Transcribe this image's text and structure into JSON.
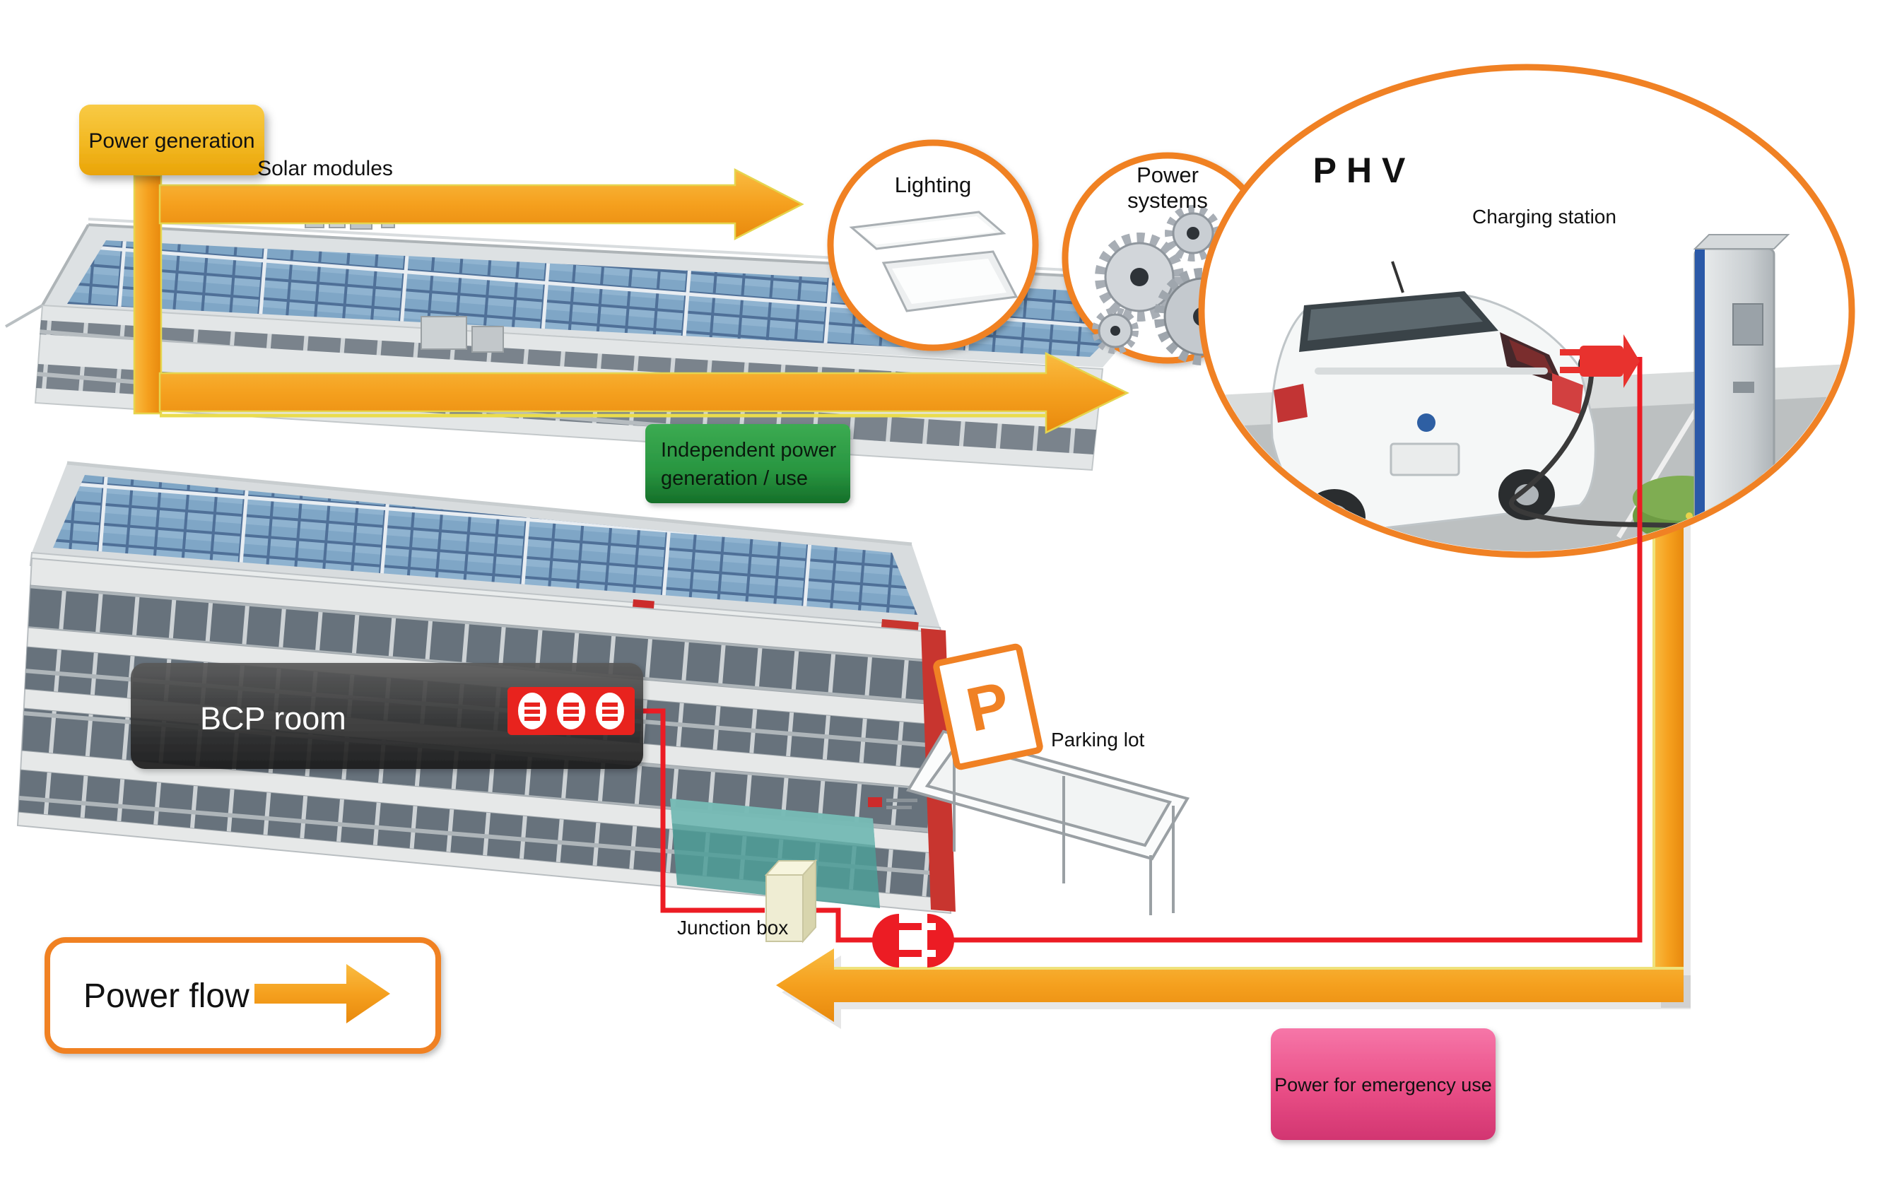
{
  "labels": {
    "power_generation": "Power generation",
    "solar_modules": "Solar modules",
    "lighting": "Lighting",
    "power_systems_line1": "Power",
    "power_systems_line2": "systems",
    "independent_line1": "Independent power",
    "independent_line2": "generation / use",
    "phv": "PHV",
    "charging_station": "Charging station",
    "bcp_room": "BCP room",
    "parking_sign": "P",
    "parking_lot": "Parking lot",
    "junction_box": "Junction box",
    "power_flow_legend": "Power flow",
    "power_for_emergency_use": "Power for emergency use"
  },
  "colors": {
    "flow_orange": "#F5A01E",
    "flow_orange_dark": "#E8890D",
    "flow_yellow_edge": "#E9DC4E",
    "circle_outline": "#F08124",
    "red_line": "#EC1C24",
    "gold_box": "#F2B822",
    "green_box": "#289540",
    "dark_box": "#333333",
    "pink_box": "#E94E86",
    "legend_border": "#F08124",
    "solar_panel_blue": "#7FA6C6",
    "building_gray": "#E6E8E8"
  },
  "icons": {
    "short_flow_arrow": "orange-right-arrow",
    "long_flow_arrow": "orange-right-arrow",
    "emergency_return_arrow": "orange-left-arrow",
    "legend_arrow": "orange-right-arrow",
    "plug_arrow": "red-plug-right-arrow",
    "plug_connector": "red-plug-socket-pair",
    "outlets": "triple-power-outlet",
    "junction_box_icon": "beige-junction-box",
    "lighting_icon": "ceiling-light-panels",
    "power_systems_icon": "metal-gears",
    "phv_icon": "electric-car-at-charging-station",
    "parking_icon": "parking-p-sign"
  }
}
